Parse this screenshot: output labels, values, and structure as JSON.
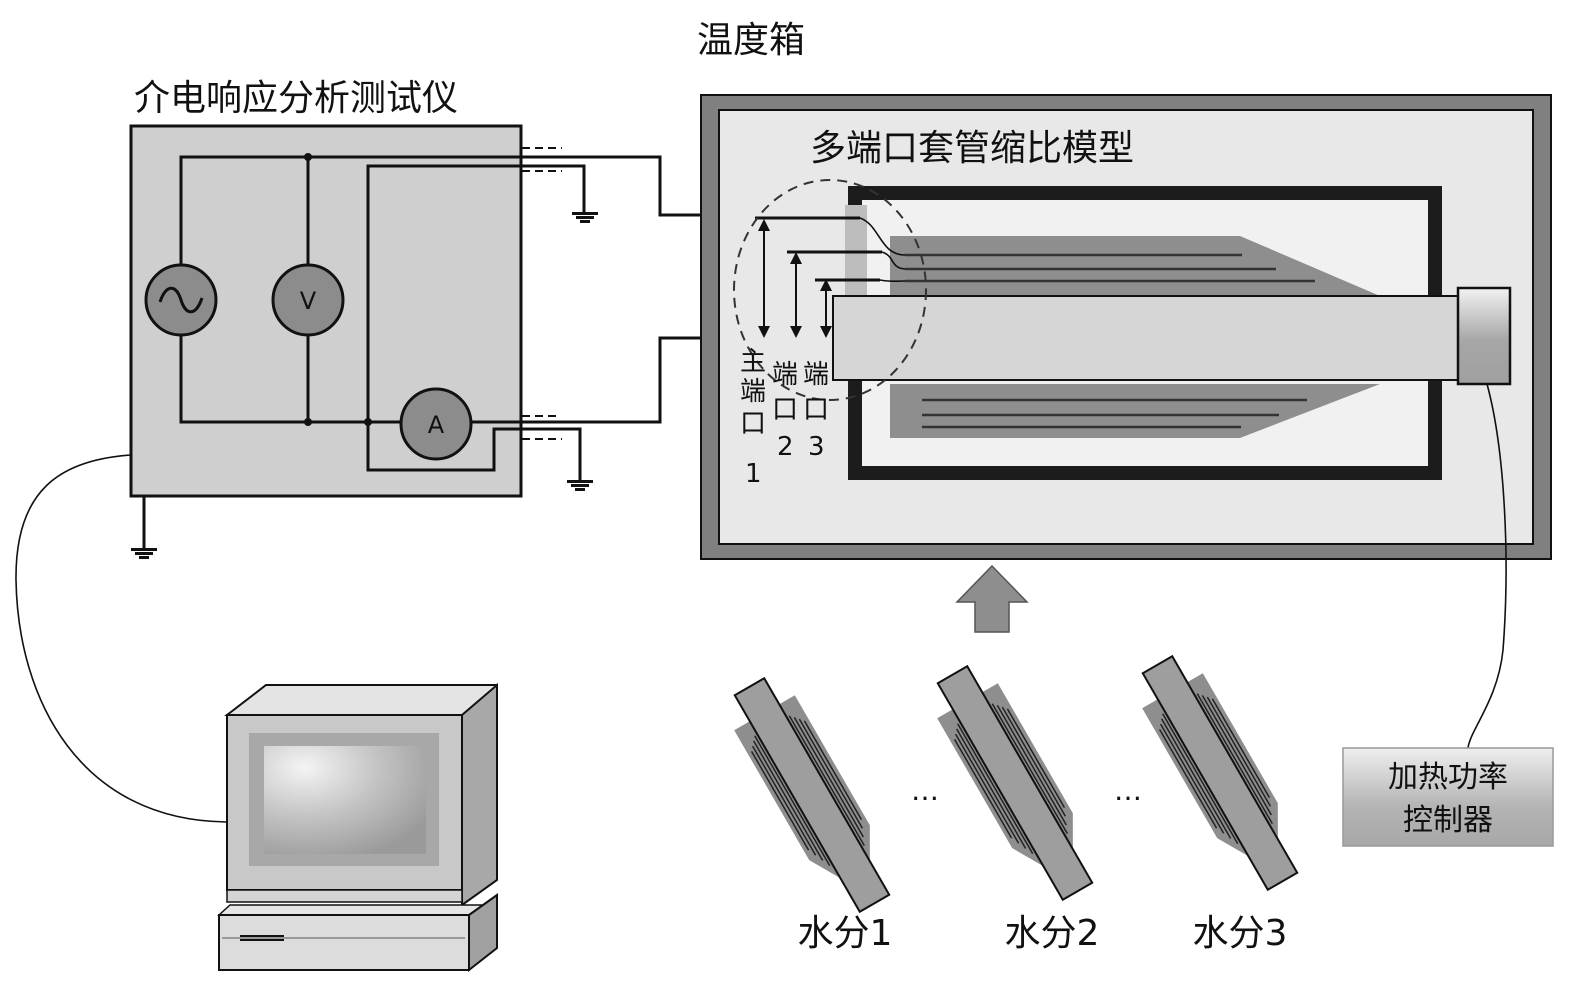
{
  "diagram": {
    "analyzer": {
      "title": "介电响应分析测试仪",
      "source_symbol": "~",
      "voltmeter_symbol": "V",
      "ammeter_symbol": "A"
    },
    "chamber": {
      "title": "温度箱",
      "model_title": "多端口套管缩比模型",
      "ports": [
        {
          "label_lines": [
            "主",
            "端",
            "口",
            "1"
          ]
        },
        {
          "label_lines": [
            "端",
            "口",
            "2"
          ]
        },
        {
          "label_lines": [
            "端",
            "口",
            "3"
          ]
        }
      ]
    },
    "heater_controller": {
      "label_lines": [
        "加热功率",
        "控制器"
      ]
    },
    "moisture_samples": [
      {
        "label": "水分1"
      },
      {
        "label": "水分2"
      },
      {
        "label": "水分3"
      }
    ],
    "ellipsis": "…",
    "colors": {
      "panel_gray": "#cfcfcf",
      "meter_gray": "#8c8c8c",
      "chamber_frame": "#808080",
      "chamber_inner": "#e8e8e8",
      "bushing_gray": "#8e8e8e",
      "core_gray": "#d6d6d6",
      "line_black": "#111111"
    }
  }
}
